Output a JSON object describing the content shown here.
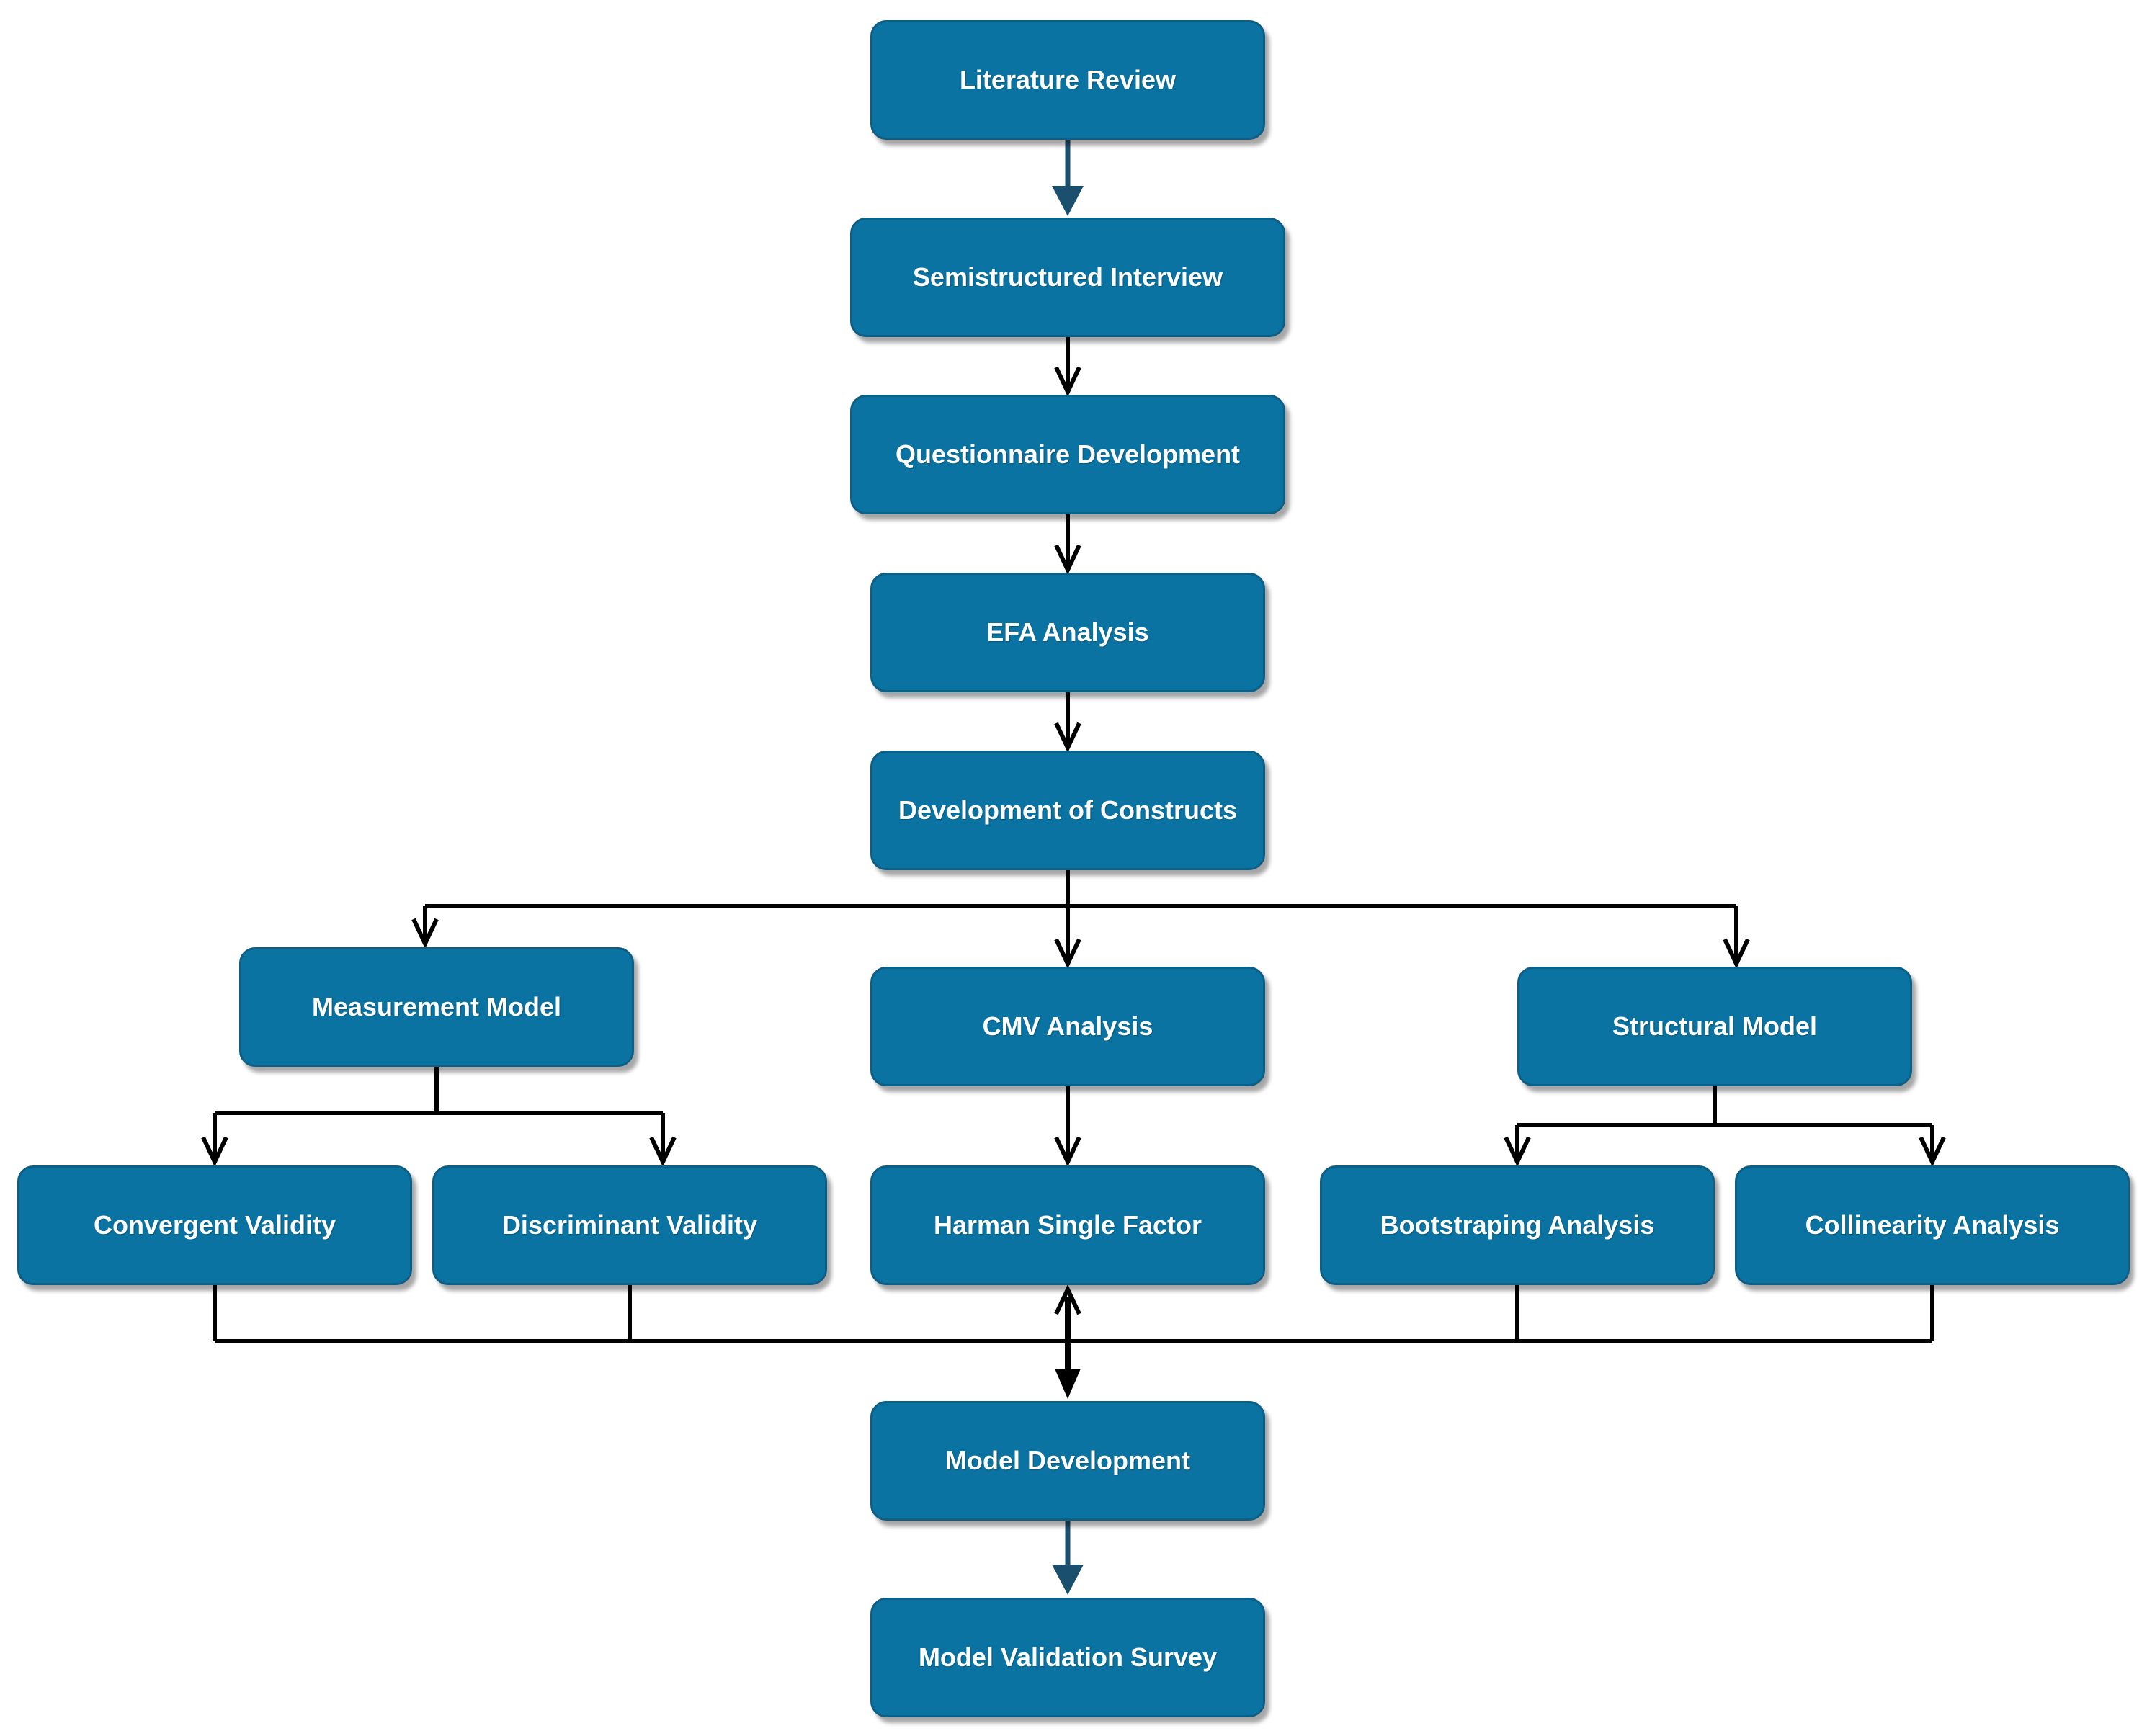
{
  "colors": {
    "node_fill": "#0a73a1",
    "connector_black": "#000000",
    "connector_blue": "#1a4f6e"
  },
  "nodes": {
    "literature_review": "Literature Review",
    "semistructured_interview": "Semistructured Interview",
    "questionnaire_development": "Questionnaire Development",
    "efa_analysis": "EFA Analysis",
    "development_of_constructs": "Development of Constructs",
    "measurement_model": "Measurement Model",
    "cmv_analysis": "CMV Analysis",
    "structural_model": "Structural Model",
    "convergent_validity": "Convergent Validity",
    "discriminant_validity": "Discriminant Validity",
    "harman_single_factor": "Harman Single Factor",
    "bootstraping_analysis": "Bootstraping Analysis",
    "collinearity_analysis": "Collinearity Analysis",
    "model_development": "Model Development",
    "model_validation_survey": "Model Validation Survey"
  },
  "edges": [
    {
      "from": "literature_review",
      "to": "semistructured_interview",
      "style": "blue"
    },
    {
      "from": "semistructured_interview",
      "to": "questionnaire_development",
      "style": "black"
    },
    {
      "from": "questionnaire_development",
      "to": "efa_analysis",
      "style": "black"
    },
    {
      "from": "efa_analysis",
      "to": "development_of_constructs",
      "style": "black"
    },
    {
      "from": "development_of_constructs",
      "to": "measurement_model",
      "style": "black"
    },
    {
      "from": "development_of_constructs",
      "to": "cmv_analysis",
      "style": "black"
    },
    {
      "from": "development_of_constructs",
      "to": "structural_model",
      "style": "black"
    },
    {
      "from": "measurement_model",
      "to": "convergent_validity",
      "style": "black"
    },
    {
      "from": "measurement_model",
      "to": "discriminant_validity",
      "style": "black"
    },
    {
      "from": "cmv_analysis",
      "to": "harman_single_factor",
      "style": "black"
    },
    {
      "from": "structural_model",
      "to": "bootstraping_analysis",
      "style": "black"
    },
    {
      "from": "structural_model",
      "to": "collinearity_analysis",
      "style": "black"
    },
    {
      "from": "convergent_validity",
      "to": "model_development",
      "style": "black"
    },
    {
      "from": "discriminant_validity",
      "to": "model_development",
      "style": "black"
    },
    {
      "from": "harman_single_factor",
      "to": "model_development",
      "style": "black"
    },
    {
      "from": "bootstraping_analysis",
      "to": "model_development",
      "style": "black"
    },
    {
      "from": "collinearity_analysis",
      "to": "model_development",
      "style": "black"
    },
    {
      "from": "model_development",
      "to": "model_validation_survey",
      "style": "blue"
    }
  ]
}
